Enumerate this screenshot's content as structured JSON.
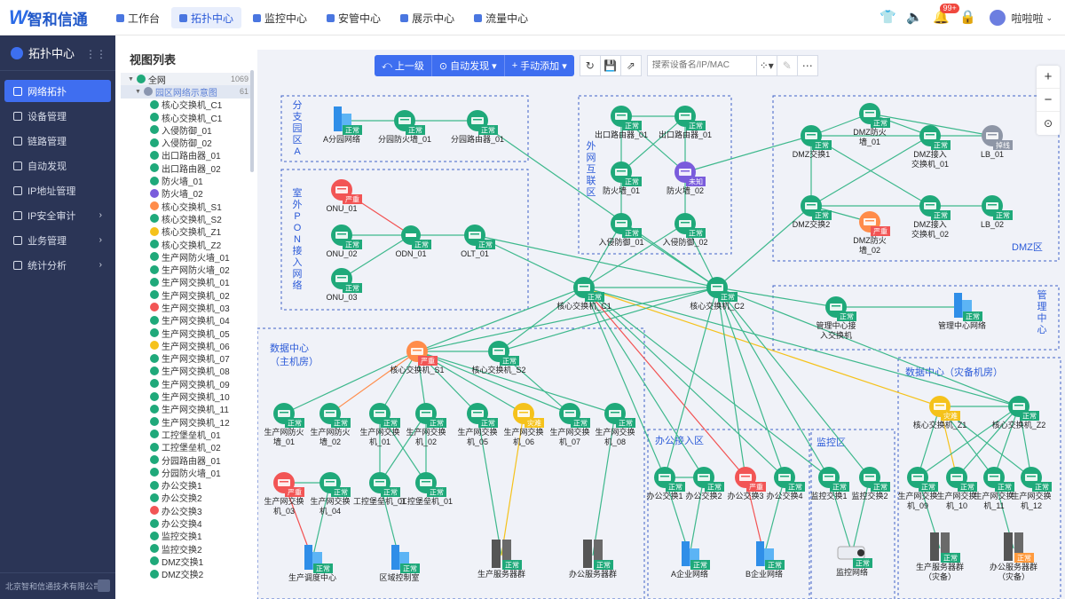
{
  "logo": {
    "mark": "W",
    "text": "智和信通"
  },
  "nav": [
    {
      "label": "工作台",
      "active": false
    },
    {
      "label": "拓扑中心",
      "active": true
    },
    {
      "label": "监控中心",
      "active": false
    },
    {
      "label": "安管中心",
      "active": false
    },
    {
      "label": "展示中心",
      "active": false
    },
    {
      "label": "流量中心",
      "active": false
    }
  ],
  "header": {
    "badge": "99+",
    "user": "啦啦啦"
  },
  "sidebar": {
    "title": "拓扑中心",
    "items": [
      {
        "label": "网络拓扑",
        "active": true,
        "chev": false
      },
      {
        "label": "设备管理",
        "chev": false
      },
      {
        "label": "链路管理",
        "chev": false
      },
      {
        "label": "自动发现",
        "chev": false
      },
      {
        "label": "IP地址管理",
        "chev": false
      },
      {
        "label": "IP安全审计",
        "chev": true
      },
      {
        "label": "业务管理",
        "chev": true
      },
      {
        "label": "统计分析",
        "chev": true
      }
    ],
    "footer": "北京智和信通技术有限公司"
  },
  "tree": {
    "title": "视图列表",
    "root": {
      "label": "全网",
      "count": "1069"
    },
    "group": {
      "label": "园区网络示意图",
      "count": "61"
    },
    "items": [
      "核心交换机_C1",
      "核心交换机_C1",
      "入侵防御_01",
      "入侵防御_02",
      "出口路由器_01",
      "出口路由器_02",
      "防火墙_01",
      "防火墙_02",
      "核心交换机_S1",
      "核心交换机_S2",
      "核心交换机_Z1",
      "核心交换机_Z2",
      "生产网防火墙_01",
      "生产网防火墙_02",
      "生产网交换机_01",
      "生产网交换机_02",
      "生产网交换机_03",
      "生产网交换机_04",
      "生产网交换机_05",
      "生产网交换机_06",
      "生产网交换机_07",
      "生产网交换机_08",
      "生产网交换机_09",
      "生产网交换机_10",
      "生产网交换机_11",
      "生产网交换机_12",
      "工控堡垒机_01",
      "工控堡垒机_02",
      "分园路由器_01",
      "分园防火墙_01",
      "办公交换1",
      "办公交换2",
      "办公交换3",
      "办公交换4",
      "监控交换1",
      "监控交换2",
      "DMZ交换1",
      "DMZ交换2"
    ],
    "item_status": [
      "green",
      "green",
      "green",
      "green",
      "green",
      "green",
      "green",
      "purple",
      "orange",
      "green",
      "yellow",
      "green",
      "green",
      "green",
      "green",
      "green",
      "red",
      "green",
      "green",
      "yellow",
      "green",
      "green",
      "green",
      "green",
      "green",
      "green",
      "green",
      "green",
      "green",
      "green",
      "green",
      "green",
      "red",
      "green",
      "green",
      "green",
      "green",
      "green"
    ]
  },
  "toolbar": {
    "up": "上一级",
    "auto": "自动发现",
    "add": "手动添加",
    "search_placeholder": "搜索设备名/IP/MAC"
  },
  "zones": [
    {
      "label": "分支园区A"
    },
    {
      "label": "外网互联区"
    },
    {
      "label": "DMZ区"
    },
    {
      "label": "室外PON接入网络"
    },
    {
      "label": "管理中心"
    },
    {
      "label": "数据中心（主机房）"
    },
    {
      "label": "数据中心（灾备机房）"
    },
    {
      "label": "办公接入区"
    },
    {
      "label": "监控区"
    }
  ],
  "status_text": {
    "ok": "正常",
    "severe": "严重",
    "unknown": "未知",
    "offline": "掉线",
    "disaster": "灾难"
  },
  "nodes": [
    {
      "id": "a_net",
      "label": "A分园网络",
      "status": "ok",
      "kind": "building"
    },
    {
      "id": "fw_br",
      "label": "分园防火墙_01",
      "status": "ok",
      "kind": "fw"
    },
    {
      "id": "rt_br",
      "label": "分园路由器_01",
      "status": "ok",
      "kind": "router"
    },
    {
      "id": "onu1",
      "label": "ONU_01",
      "status": "severe",
      "kind": "sw"
    },
    {
      "id": "onu2",
      "label": "ONU_02",
      "status": "ok",
      "kind": "sw"
    },
    {
      "id": "onu3",
      "label": "ONU_03",
      "status": "ok",
      "kind": "sw"
    },
    {
      "id": "odn",
      "label": "ODN_01",
      "status": "ok",
      "kind": "odn"
    },
    {
      "id": "olt",
      "label": "OLT_01",
      "status": "ok",
      "kind": "sw"
    },
    {
      "id": "er1",
      "label": "出口路由器_01",
      "status": "ok",
      "kind": "router"
    },
    {
      "id": "er2",
      "label": "出口路由器_01",
      "status": "ok",
      "kind": "router"
    },
    {
      "id": "fw1",
      "label": "防火墙_01",
      "status": "ok",
      "kind": "fw"
    },
    {
      "id": "fw2",
      "label": "防火墙_02",
      "status": "unknown",
      "kind": "fw"
    },
    {
      "id": "ips1",
      "label": "入侵防御_01",
      "status": "ok",
      "kind": "ips"
    },
    {
      "id": "ips2",
      "label": "入侵防御_02",
      "status": "ok",
      "kind": "ips"
    },
    {
      "id": "dmzsw1",
      "label": "DMZ交换1",
      "status": "ok",
      "kind": "sw"
    },
    {
      "id": "dmzsw2",
      "label": "DMZ交换2",
      "status": "ok",
      "kind": "sw"
    },
    {
      "id": "dmzfw1",
      "label": "DMZ防火墙_01",
      "status": "ok",
      "kind": "fw"
    },
    {
      "id": "dmzfw2",
      "label": "DMZ防火墙_02",
      "status": "severe",
      "kind": "fw"
    },
    {
      "id": "dmzac1",
      "label": "DMZ接入交换机_01",
      "status": "ok",
      "kind": "sw"
    },
    {
      "id": "dmzac2",
      "label": "DMZ接入交换机_02",
      "status": "ok",
      "kind": "sw"
    },
    {
      "id": "lb1",
      "label": "LB_01",
      "status": "offline",
      "kind": "lb"
    },
    {
      "id": "lb2",
      "label": "LB_02",
      "status": "ok",
      "kind": "lb"
    },
    {
      "id": "c1",
      "label": "核心交换机_C1",
      "status": "ok",
      "kind": "core"
    },
    {
      "id": "c2",
      "label": "核心交换机_C2",
      "status": "ok",
      "kind": "core"
    },
    {
      "id": "mgsw",
      "label": "管理中心接入交换机",
      "status": "ok",
      "kind": "sw"
    },
    {
      "id": "mgnet",
      "label": "管理中心网络",
      "status": "ok",
      "kind": "building"
    },
    {
      "id": "s1",
      "label": "核心交换机_S1",
      "status": "severe",
      "kind": "core"
    },
    {
      "id": "s2",
      "label": "核心交换机_S2",
      "status": "ok",
      "kind": "core"
    },
    {
      "id": "pfw1",
      "label": "生产网防火墙_01",
      "status": "ok",
      "kind": "fw"
    },
    {
      "id": "pfw2",
      "label": "生产网防火墙_02",
      "status": "ok",
      "kind": "fw"
    },
    {
      "id": "psw1",
      "label": "生产网交换机_01",
      "status": "ok",
      "kind": "sw"
    },
    {
      "id": "psw2",
      "label": "生产网交换机_02",
      "status": "ok",
      "kind": "sw"
    },
    {
      "id": "psw5",
      "label": "生产网交换机_05",
      "status": "ok",
      "kind": "sw"
    },
    {
      "id": "psw6",
      "label": "生产网交换机_06",
      "status": "disaster",
      "kind": "sw"
    },
    {
      "id": "psw7",
      "label": "生产网交换机_07",
      "status": "ok",
      "kind": "sw"
    },
    {
      "id": "psw8",
      "label": "生产网交换机_08",
      "status": "ok",
      "kind": "sw"
    },
    {
      "id": "psw3",
      "label": "生产网交换机_03",
      "status": "severe",
      "kind": "sw"
    },
    {
      "id": "psw4",
      "label": "生产网交换机_04",
      "status": "ok",
      "kind": "sw"
    },
    {
      "id": "bh1",
      "label": "工控堡垒机_01",
      "status": "ok",
      "kind": "bastion"
    },
    {
      "id": "bh2",
      "label": "工控堡垒机_01",
      "status": "ok",
      "kind": "bastion"
    },
    {
      "id": "prodctl",
      "label": "生产调度中心",
      "status": "ok",
      "kind": "building"
    },
    {
      "id": "zone",
      "label": "区域控制室",
      "status": "ok",
      "kind": "building"
    },
    {
      "id": "srv1",
      "label": "生产服务器群",
      "status": "ok",
      "kind": "server"
    },
    {
      "id": "srv2",
      "label": "办公服务器群",
      "status": "ok",
      "kind": "server"
    },
    {
      "id": "of1",
      "label": "办公交换1",
      "status": "ok",
      "kind": "sw"
    },
    {
      "id": "of2",
      "label": "办公交换2",
      "status": "ok",
      "kind": "sw"
    },
    {
      "id": "of3",
      "label": "办公交换3",
      "status": "severe",
      "kind": "sw"
    },
    {
      "id": "of4",
      "label": "办公交换4",
      "status": "ok",
      "kind": "sw"
    },
    {
      "id": "anet",
      "label": "A企业网络",
      "status": "ok",
      "kind": "building"
    },
    {
      "id": "bnet",
      "label": "B企业网络",
      "status": "ok",
      "kind": "building"
    },
    {
      "id": "mon1",
      "label": "监控交换1",
      "status": "ok",
      "kind": "sw"
    },
    {
      "id": "mon2",
      "label": "监控交换2",
      "status": "ok",
      "kind": "sw"
    },
    {
      "id": "monnet",
      "label": "监控网络",
      "status": "ok",
      "kind": "camera"
    },
    {
      "id": "z1",
      "label": "核心交换机_Z1",
      "status": "disaster",
      "kind": "core"
    },
    {
      "id": "z2",
      "label": "核心交换机_Z2",
      "status": "ok",
      "kind": "core"
    },
    {
      "id": "psw9",
      "label": "生产网交换机_09",
      "status": "ok",
      "kind": "sw"
    },
    {
      "id": "psw10",
      "label": "生产网交换机_10",
      "status": "ok",
      "kind": "sw"
    },
    {
      "id": "psw11",
      "label": "生产网交换机_11",
      "status": "ok",
      "kind": "sw"
    },
    {
      "id": "psw12",
      "label": "生产网交换机_12",
      "status": "ok",
      "kind": "sw"
    },
    {
      "id": "bsrv1",
      "label": "生产服务器群（灾备）",
      "status": "ok",
      "kind": "server"
    },
    {
      "id": "bsrv2",
      "label": "办公服务器群（灾备）",
      "status": "warn",
      "kind": "server"
    }
  ],
  "links": [
    [
      "a_net",
      "fw_br",
      "green"
    ],
    [
      "fw_br",
      "rt_br",
      "green"
    ],
    [
      "rt_br",
      "c2",
      "green"
    ],
    [
      "onu1",
      "odn",
      "red"
    ],
    [
      "onu2",
      "odn",
      "green"
    ],
    [
      "onu3",
      "odn",
      "green"
    ],
    [
      "odn",
      "olt",
      "green"
    ],
    [
      "olt",
      "c1",
      "green"
    ],
    [
      "olt",
      "c2",
      "green"
    ],
    [
      "er1",
      "er2",
      "green"
    ],
    [
      "er1",
      "fw1",
      "green"
    ],
    [
      "er2",
      "fw2",
      "green"
    ],
    [
      "er1",
      "fw2",
      "green"
    ],
    [
      "er2",
      "fw1",
      "green"
    ],
    [
      "fw1",
      "ips1",
      "green"
    ],
    [
      "fw2",
      "ips2",
      "green"
    ],
    [
      "ips1",
      "c1",
      "green"
    ],
    [
      "ips2",
      "c2",
      "green"
    ],
    [
      "ips1",
      "c2",
      "green"
    ],
    [
      "ips2",
      "c1",
      "green"
    ],
    [
      "fw2",
      "dmzsw1",
      "green"
    ],
    [
      "dmzsw1",
      "dmzsw2",
      "green"
    ],
    [
      "dmzsw1",
      "dmzfw1",
      "green"
    ],
    [
      "dmzsw1",
      "dmzac1",
      "green"
    ],
    [
      "dmzsw1",
      "dmzac2",
      "green"
    ],
    [
      "dmzsw2",
      "dmzfw2",
      "green"
    ],
    [
      "dmzsw2",
      "dmzac1",
      "green"
    ],
    [
      "dmzsw2",
      "dmzac2",
      "green"
    ],
    [
      "dmzac1",
      "lb1",
      "green"
    ],
    [
      "dmzac2",
      "lb2",
      "green"
    ],
    [
      "dmzfw1",
      "dmzac1",
      "green"
    ],
    [
      "dmzfw1",
      "lb1",
      "green"
    ],
    [
      "c1",
      "c2",
      "green"
    ],
    [
      "c2",
      "dmzsw2",
      "green"
    ],
    [
      "c2",
      "mgsw",
      "green"
    ],
    [
      "mgsw",
      "mgnet",
      "green"
    ],
    [
      "c1",
      "z1",
      "yellow"
    ],
    [
      "c1",
      "s1",
      "green"
    ],
    [
      "c1",
      "s2",
      "green"
    ],
    [
      "c2",
      "s1",
      "green"
    ],
    [
      "c2",
      "s2",
      "green"
    ],
    [
      "s1",
      "s2",
      "green"
    ],
    [
      "c1",
      "of1",
      "green"
    ],
    [
      "c1",
      "of2",
      "green"
    ],
    [
      "c1",
      "of3",
      "red"
    ],
    [
      "c1",
      "of4",
      "green"
    ],
    [
      "c2",
      "of1",
      "green"
    ],
    [
      "c2",
      "of3",
      "green"
    ],
    [
      "c2",
      "of4",
      "green"
    ],
    [
      "c1",
      "mon1",
      "green"
    ],
    [
      "c2",
      "mon2",
      "green"
    ],
    [
      "c2",
      "mon1",
      "green"
    ],
    [
      "c2",
      "z2",
      "green"
    ],
    [
      "c1",
      "z2",
      "green"
    ],
    [
      "s1",
      "pfw1",
      "green"
    ],
    [
      "s1",
      "pfw2",
      "orange"
    ],
    [
      "s1",
      "psw1",
      "green"
    ],
    [
      "s1",
      "psw2",
      "green"
    ],
    [
      "s1",
      "psw5",
      "green"
    ],
    [
      "s1",
      "psw6",
      "green"
    ],
    [
      "s1",
      "psw7",
      "green"
    ],
    [
      "s1",
      "psw8",
      "green"
    ],
    [
      "s2",
      "psw7",
      "green"
    ],
    [
      "psw1",
      "bh1",
      "green"
    ],
    [
      "psw2",
      "bh2",
      "green"
    ],
    [
      "psw1",
      "bh2",
      "green"
    ],
    [
      "psw2",
      "bh1",
      "green"
    ],
    [
      "psw3",
      "psw4",
      "green"
    ],
    [
      "psw3",
      "prodctl",
      "red"
    ],
    [
      "psw4",
      "prodctl",
      "green"
    ],
    [
      "bh1",
      "zone",
      "green"
    ],
    [
      "psw5",
      "srv1",
      "green"
    ],
    [
      "psw6",
      "srv1",
      "yellow"
    ],
    [
      "psw8",
      "srv2",
      "green"
    ],
    [
      "of1",
      "anet",
      "green"
    ],
    [
      "of2",
      "anet",
      "green"
    ],
    [
      "of3",
      "bnet",
      "red"
    ],
    [
      "of4",
      "bnet",
      "green"
    ],
    [
      "of1",
      "of2",
      "green"
    ],
    [
      "mon1",
      "monnet",
      "green"
    ],
    [
      "mon2",
      "monnet",
      "green"
    ],
    [
      "z1",
      "z2",
      "green"
    ],
    [
      "z1",
      "psw9",
      "green"
    ],
    [
      "z1",
      "psw10",
      "yellow"
    ],
    [
      "z1",
      "psw11",
      "green"
    ],
    [
      "z1",
      "psw12",
      "green"
    ],
    [
      "z2",
      "psw9",
      "green"
    ],
    [
      "z2",
      "psw10",
      "green"
    ],
    [
      "z2",
      "psw11",
      "green"
    ],
    [
      "z2",
      "psw12",
      "green"
    ],
    [
      "psw9",
      "bsrv1",
      "green"
    ],
    [
      "psw11",
      "bsrv2",
      "green"
    ]
  ],
  "colors": {
    "ok": "#1fa97a",
    "severe": "#f25555",
    "unknown": "#7a5cdc",
    "offline": "#8e96a6",
    "disaster": "#f5c21b",
    "warn": "#ff9a3d",
    "zone": "#3f63c8",
    "green": "#3db88c",
    "red": "#f25252",
    "yellow": "#f5c21b",
    "orange": "#ff8c4a"
  }
}
